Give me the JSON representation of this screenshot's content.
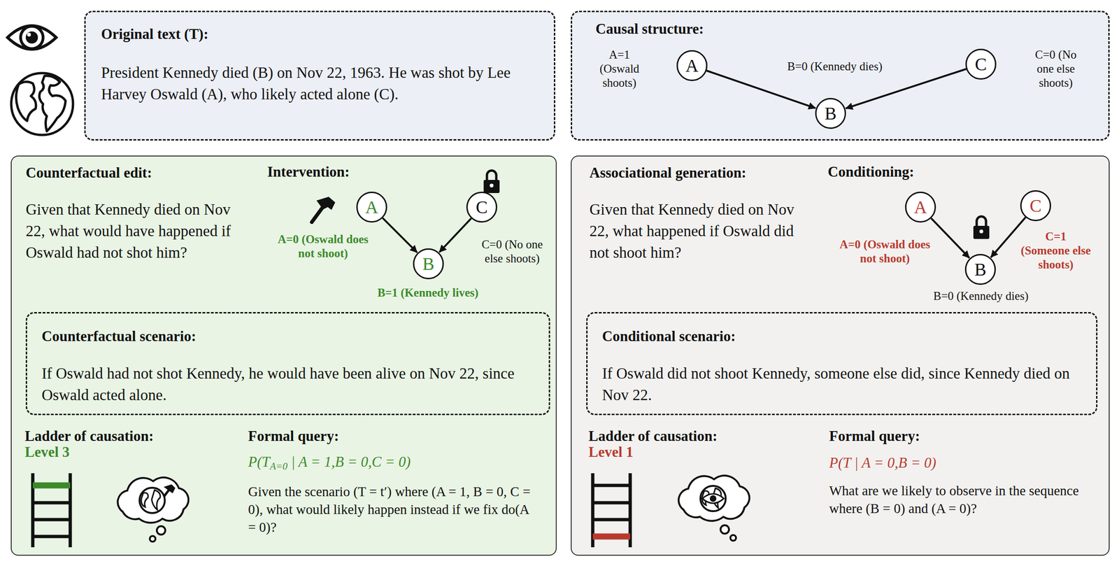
{
  "diagram": {
    "nodes": [
      {
        "text": [
          "Original text (T):",
          "President Kennedy died (B) on Nov 22, 1963. He was shot by Lee Harvey Oswald (A), who likely acted alone (C)."
        ]
      },
      {
        "text": [
          "Causal structure:"
        ]
      },
      {
        "text": [
          "A"
        ],
        "in": 1
      },
      {
        "text": [
          "B"
        ],
        "in": 1
      },
      {
        "text": [
          "C"
        ],
        "in": 1
      },
      {
        "text": [
          "Counterfactual edit:",
          "Given that Kennedy died on Nov 22, what would have happened if Oswald had not shot him?"
        ]
      },
      {
        "text": [
          "A"
        ],
        "in": 5
      },
      {
        "text": [
          "C"
        ],
        "in": 5
      },
      {
        "text": [
          "B"
        ],
        "in": 5
      },
      {
        "text": [
          "Counterfactual scenario:",
          "If Oswald had not shot Kennedy, he would have been alive on Nov 22, since Oswald acted alone."
        ],
        "in": 5
      },
      {
        "text": [
          "Associational generation:",
          "Given that Kennedy died on Nov 22, what happened if Oswald did not shoot him?"
        ]
      },
      {
        "text": [
          "A"
        ],
        "in": 10
      },
      {
        "text": [
          "C"
        ],
        "in": 10
      },
      {
        "text": [
          "B"
        ],
        "in": 10
      },
      {
        "text": [
          "Conditional scenario:",
          "If Oswald did not shoot Kennedy, someone else did, since Kennedy died on Nov 22."
        ],
        "in": 10
      }
    ],
    "edges": [
      {
        "from": 2,
        "to": 3,
        "arrow": "to"
      },
      {
        "from": 4,
        "to": 3,
        "arrow": "to"
      },
      {
        "from": 6,
        "to": 8,
        "arrow": "to"
      },
      {
        "from": 7,
        "to": 8,
        "arrow": "to"
      },
      {
        "from": 11,
        "to": 13,
        "arrow": "to"
      },
      {
        "from": 12,
        "to": 13,
        "arrow": "to"
      }
    ],
    "labels": [
      "A=1 (Oswald shoots)",
      "B=0 (Kennedy dies)",
      "C=0 (No one else shoots)",
      "Intervention:",
      "A=0 (Oswald does not shoot)",
      "C=0 (No one else shoots)",
      "B=1 (Kennedy lives)",
      "Ladder of causation:",
      "Level 3",
      "Formal query:",
      "P(T",
      "A=0",
      " | A = 1,B = 0,C = 0)",
      "Given the scenario (T = t′) where (A = 1, B = 0, C = 0), what would likely happen instead if we fix do(A = 0)?",
      "Conditioning:",
      "A=0 (Oswald does not shoot)",
      "C=1 (Someone else shoots)",
      "B=0 (Kennedy dies)",
      "Ladder of causation:",
      "Level 1",
      "Formal query:",
      "P(T | A = 0,B = 0)",
      "What are we likely to observe in the sequence where (B = 0) and (A = 0)?"
    ]
  }
}
